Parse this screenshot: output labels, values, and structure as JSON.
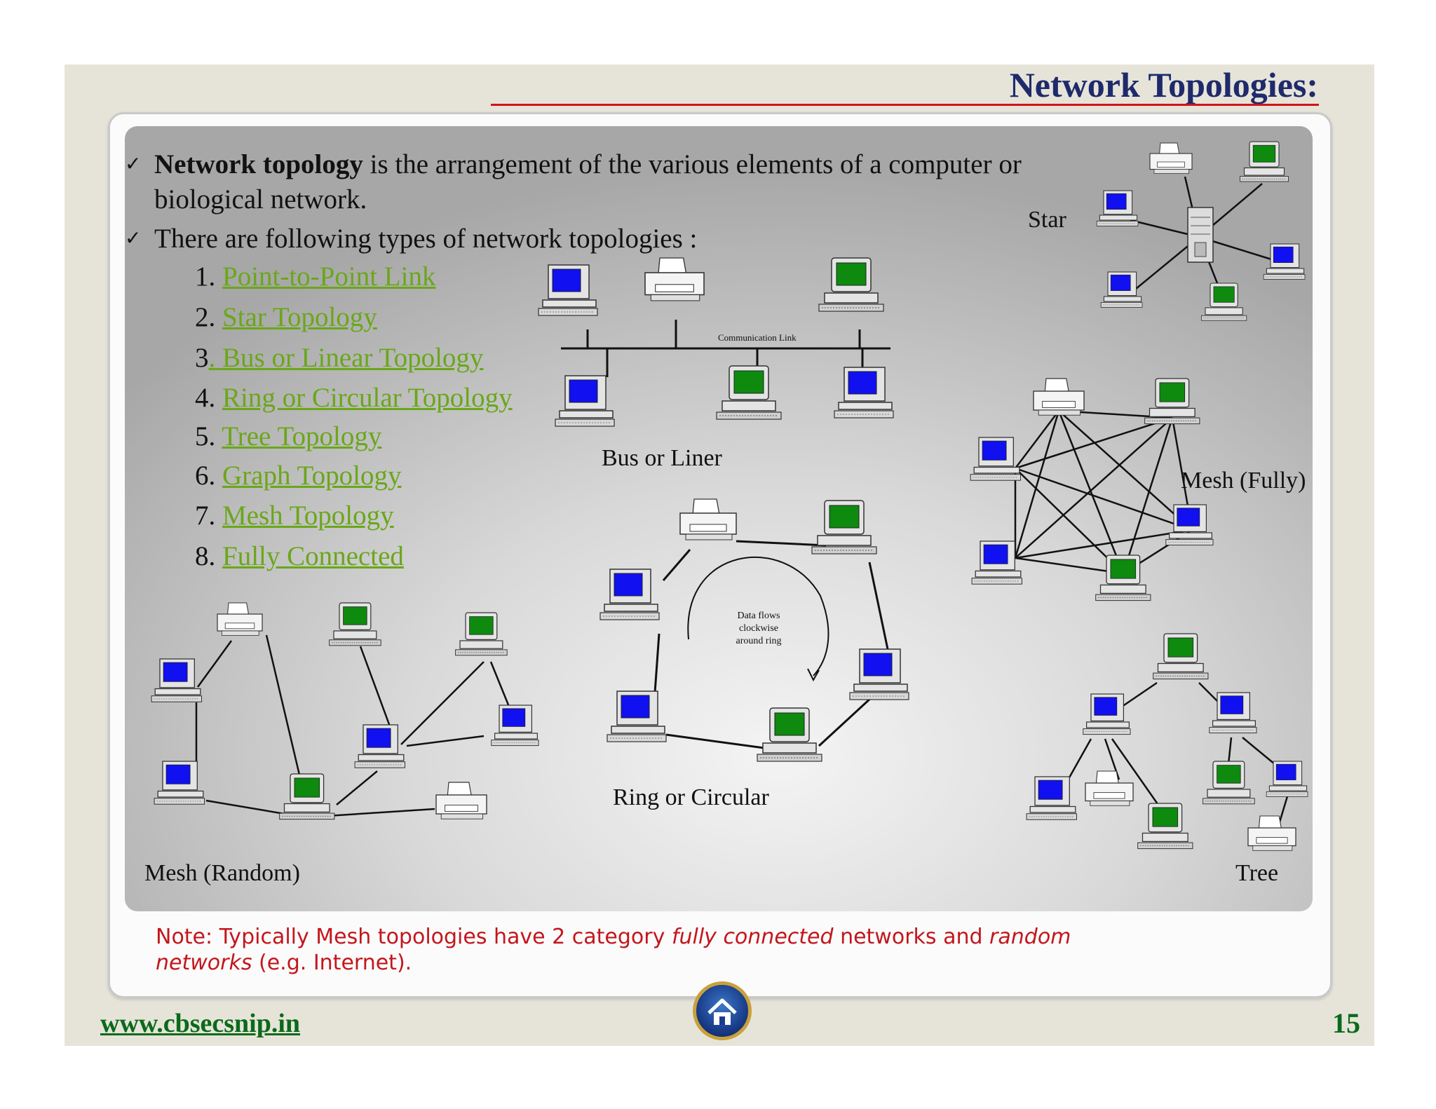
{
  "slide": {
    "title": "Network Topologies:",
    "intro": {
      "bullet1_bold": "Network topology",
      "bullet1_rest": " is the arrangement of the various elements of a computer or",
      "bullet1_line2": "biological network.",
      "bullet2": "There are following types of network topologies :"
    },
    "topologies": [
      {
        "num": "1. ",
        "label": "Point-to-Point Link"
      },
      {
        "num": "2. ",
        "label": "Star Topology"
      },
      {
        "num": "3",
        "label": ". Bus or Linear Topology"
      },
      {
        "num": "4. ",
        "label": "Ring or Circular Topology"
      },
      {
        "num": "5. ",
        "label": "Tree Topology"
      },
      {
        "num": "6. ",
        "label": "Graph Topology"
      },
      {
        "num": "7. ",
        "label": "Mesh Topology"
      },
      {
        "num": "8. ",
        "label": "Fully Connected"
      }
    ],
    "diagram_labels": {
      "star": "Star",
      "bus": "Bus or Liner",
      "communication_link": "Communication Link",
      "mesh_fully": "Mesh (Fully)",
      "ring": "Ring or Circular",
      "ring_note_1": "Data flows",
      "ring_note_2": "clockwise",
      "ring_note_3": "around ring",
      "mesh_random": "Mesh (Random)",
      "tree": "Tree"
    },
    "note": {
      "p1": "Note: Typically Mesh topologies have 2 category ",
      "em1": "fully connected",
      "p2": " networks and ",
      "em2": "random",
      "em3": "networks",
      "p3": " (e.g. Internet)."
    },
    "footer_url": "www.cbsecsnip.in",
    "page_number": "15",
    "icons": [
      "check-icon",
      "computer-icon",
      "printer-icon",
      "server-icon",
      "home-icon"
    ],
    "colors": {
      "title": "#1f2a6b",
      "link": "#6aa71a",
      "note": "#c3161c",
      "footer": "#0a6a1a",
      "screen_blue": "#1010f0",
      "screen_green": "#0e8a0e"
    }
  }
}
